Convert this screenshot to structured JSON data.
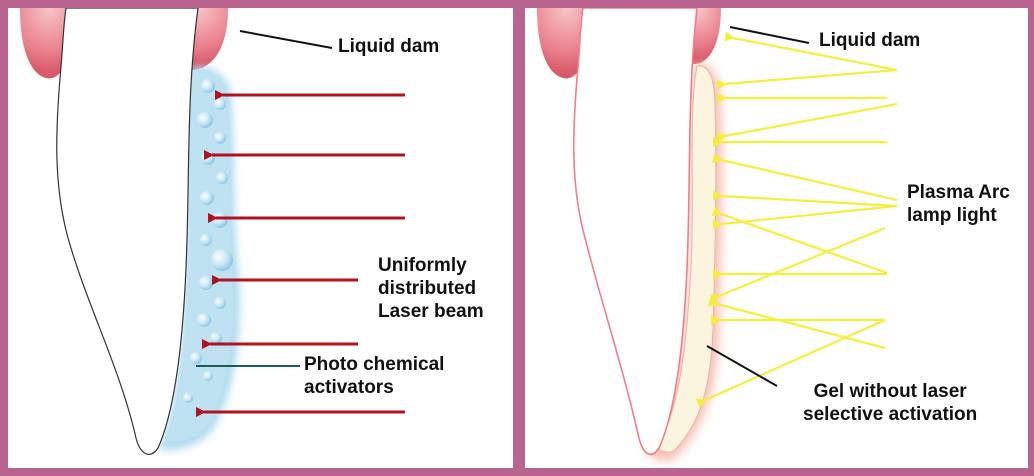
{
  "left_panel": {
    "labels": {
      "liquid_dam": "Liquid dam",
      "beam": [
        "Uniformly",
        "distributed",
        "Laser beam"
      ],
      "activators": [
        "Photo chemical",
        "activators"
      ]
    },
    "colors": {
      "beam_arrow": "#b0121f",
      "gel": "#a9d8ee",
      "gum": "#e8868f",
      "leader": "#1e5b5b"
    }
  },
  "right_panel": {
    "labels": {
      "liquid_dam": "Liquid dam",
      "light": [
        "Plasma Arc",
        "lamp light"
      ],
      "gel": [
        "Gel without laser",
        "selective activation"
      ]
    },
    "colors": {
      "light_ray": "#f4ee3c",
      "glow": "#f6b9a9",
      "gum": "#e8868f",
      "leader": "#111111"
    }
  }
}
